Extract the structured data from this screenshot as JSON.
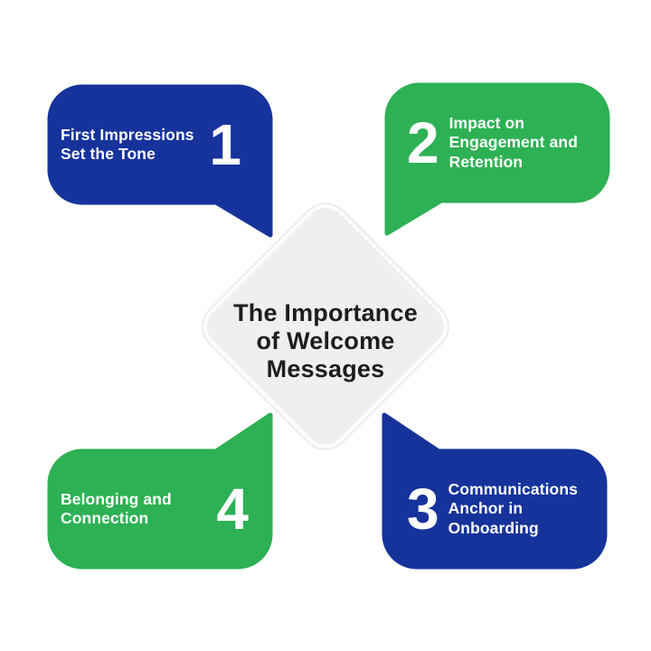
{
  "title": {
    "text": "The Importance of Welcome Messages",
    "lines": [
      "The Importance",
      "of Welcome",
      "Messages"
    ]
  },
  "items": [
    {
      "number": "1",
      "label": "First Impressions Set the Tone",
      "lines": [
        "First Impressions",
        "Set the Tone"
      ],
      "color": "#16339B",
      "position": "top-left"
    },
    {
      "number": "2",
      "label": "Impact on Engagement and Retention",
      "lines": [
        "Impact on",
        "Engagement and",
        "Retention"
      ],
      "color": "#2DB154",
      "position": "top-right"
    },
    {
      "number": "3",
      "label": "Communications Anchor in Onboarding",
      "lines": [
        "Communications",
        "Anchor in",
        "Onboarding"
      ],
      "color": "#16339B",
      "position": "bottom-right"
    },
    {
      "number": "4",
      "label": "Belonging and Connection",
      "lines": [
        "Belonging and",
        "Connection"
      ],
      "color": "#2DB154",
      "position": "bottom-left"
    }
  ],
  "colors": {
    "blue": "#16339B",
    "green": "#2DB154",
    "diamond_fill": "#EFEFEF",
    "diamond_edge": "#ECECEC",
    "title_text": "#1D1D1D",
    "bubble_text": "#FFFFFF",
    "background": "#FFFFFF"
  }
}
